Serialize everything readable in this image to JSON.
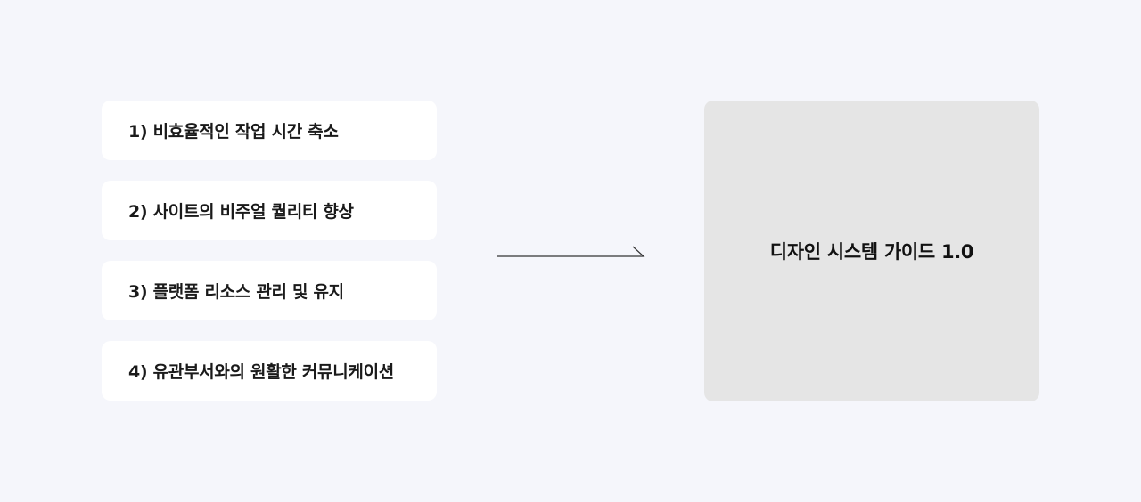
{
  "goals": [
    {
      "label": "1) 비효율적인 작업 시간 축소"
    },
    {
      "label": "2) 사이트의 비주얼 퀄리티 향상"
    },
    {
      "label": "3) 플랫폼 리소스 관리 및 유지"
    },
    {
      "label": "4) 유관부서와의 원활한 커뮤니케이션"
    }
  ],
  "result": {
    "title": "디자인 시스템 가이드 1.0"
  },
  "colors": {
    "background": "#f5f6fb",
    "card": "#ffffff",
    "result_box": "#e5e5e5",
    "arrow": "#333333",
    "text": "#1a1a1a"
  }
}
